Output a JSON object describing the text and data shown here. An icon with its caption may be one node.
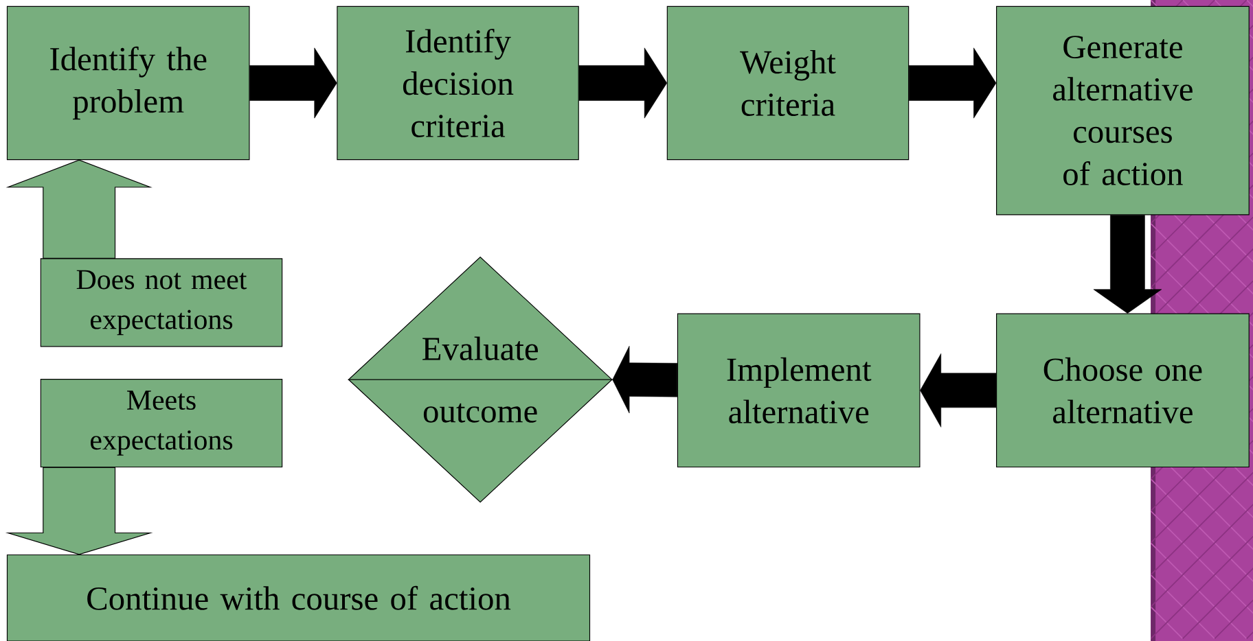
{
  "diagram": {
    "nodes": [
      {
        "text": [
          "Identify the problem"
        ]
      },
      {
        "text": [
          "Identify decision criteria"
        ]
      },
      {
        "text": [
          "Weight criteria"
        ]
      },
      {
        "text": [
          "Generate alternative courses of action"
        ]
      },
      {
        "text": [
          "Choose one alternative"
        ]
      },
      {
        "text": [
          "Implement alternative"
        ]
      },
      {
        "text": [
          "Evaluate outcome"
        ]
      },
      {
        "text": [
          "Does not meet expectations"
        ]
      },
      {
        "text": [
          "Meets expectations"
        ]
      },
      {
        "text": [
          "Continue with course of action"
        ]
      }
    ],
    "edges": [
      {
        "from": 0,
        "to": 1,
        "arrow": "to"
      },
      {
        "from": 1,
        "to": 2,
        "arrow": "to"
      },
      {
        "from": 2,
        "to": 3,
        "arrow": "to"
      },
      {
        "from": 3,
        "to": 4,
        "arrow": "to"
      },
      {
        "from": 4,
        "to": 5,
        "arrow": "to"
      },
      {
        "from": 5,
        "to": 6,
        "arrow": "to"
      },
      {
        "from": 7,
        "to": 0,
        "arrow": "to",
        "color": "#78ae7e"
      },
      {
        "from": 8,
        "to": 9,
        "arrow": "to",
        "color": "#78ae7e"
      }
    ]
  }
}
